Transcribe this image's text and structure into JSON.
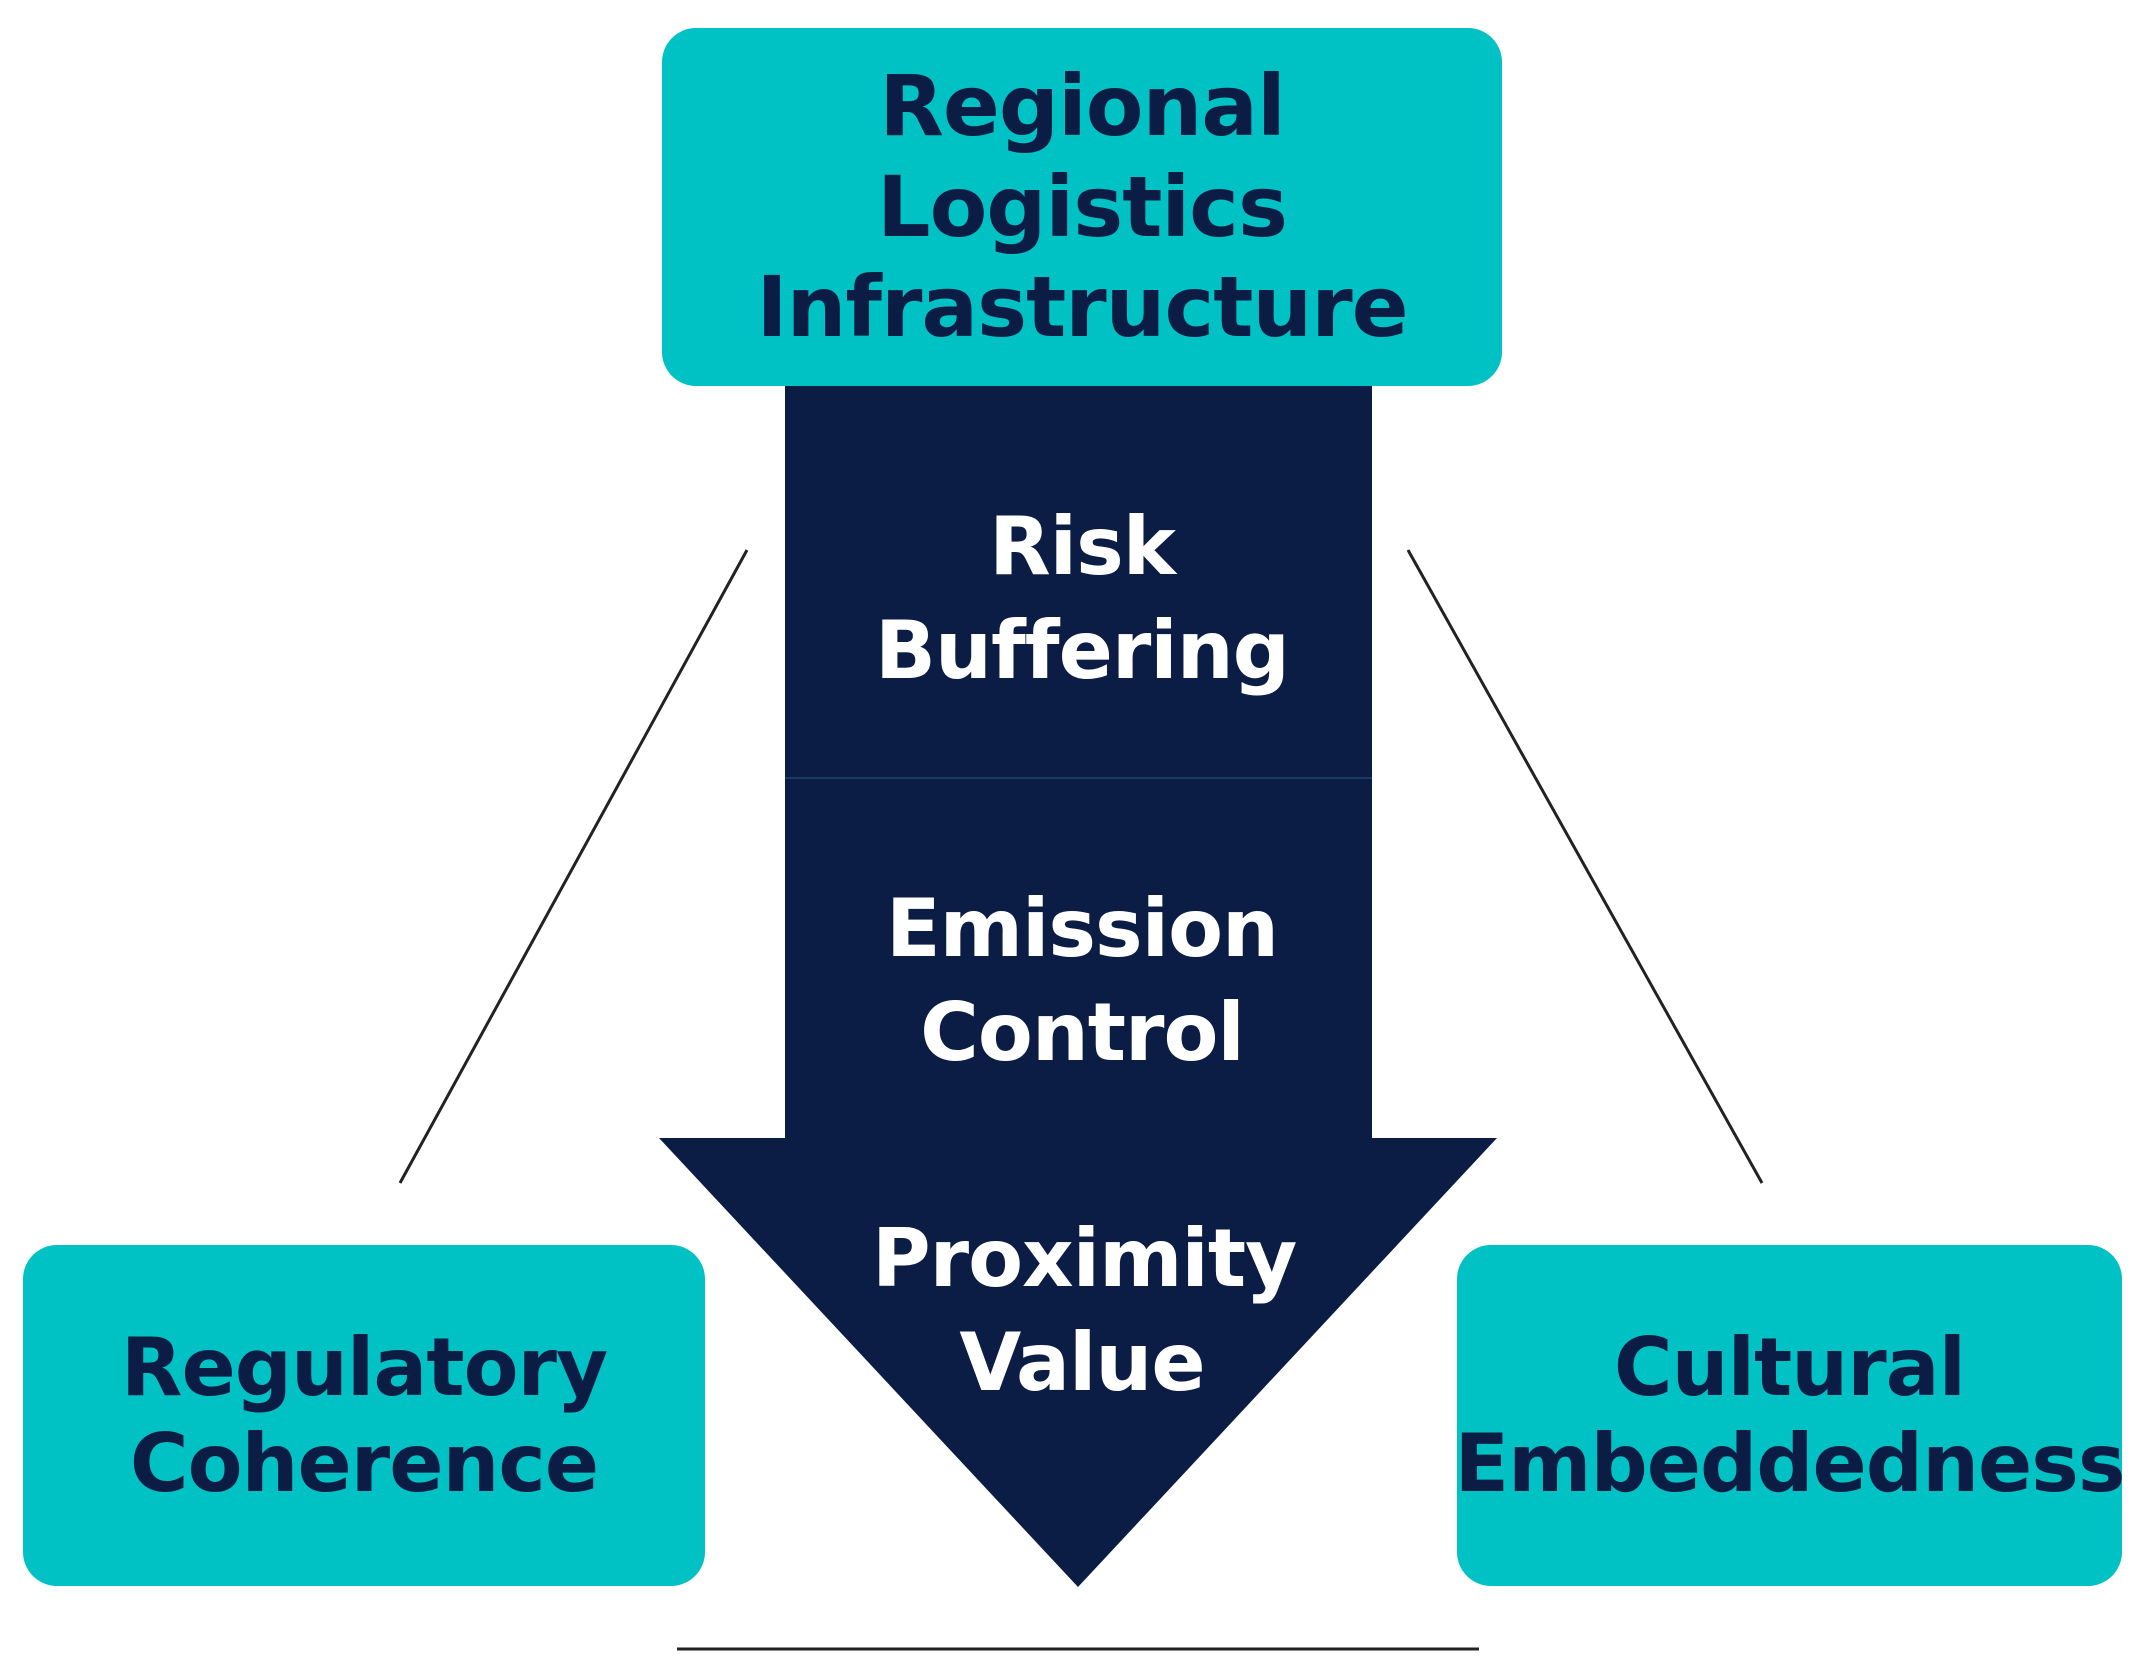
{
  "colors": {
    "box_fill": "#00c1c4",
    "box_text": "#0b1d44",
    "arrow_fill": "#0b1d44",
    "arrow_text": "#ffffff",
    "connector_line": "#222222"
  },
  "top_box": {
    "label": "Regional Logistics\nInfrastructure"
  },
  "left_box": {
    "label": "Regulatory\nCoherence"
  },
  "right_box": {
    "label": "Cultural\nEmbeddedness"
  },
  "arrow": {
    "sections": [
      {
        "label": "Risk\nBuffering"
      },
      {
        "label": "Emission\nControl"
      },
      {
        "label": "Proximity\nValue"
      }
    ]
  }
}
